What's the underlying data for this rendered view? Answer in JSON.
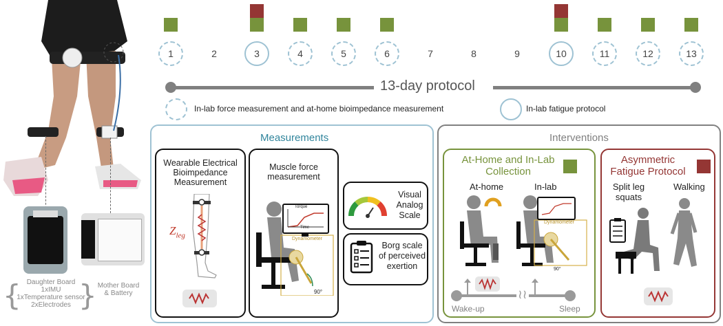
{
  "timeline": {
    "days": [
      "1",
      "2",
      "3",
      "4",
      "5",
      "6",
      "7",
      "8",
      "9",
      "10",
      "11",
      "12",
      "13"
    ],
    "protocol_label": "13-day protocol",
    "legend_dashed": "In-lab force measurement and at-home bioimpedance measurement",
    "legend_solid": "In-lab fatigue protocol"
  },
  "device": {
    "daughter_board": [
      "Daughter Board",
      "1xIMU",
      "1xTemperature sensor",
      "2xElectrodes"
    ],
    "mother_board": [
      "Mother Board",
      "& Battery"
    ]
  },
  "measurements": {
    "title": "Measurements",
    "bioimpedance_title": [
      "Wearable Electrical",
      "Bioimpedance",
      "Measurement"
    ],
    "z_label": "Z",
    "z_sub": "leg",
    "force_title": [
      "Muscle force",
      "measurement"
    ],
    "torque": "Torque",
    "time": "Time",
    "dynamometer": "Dynamometer",
    "angle": "90°",
    "vas": [
      "Visual",
      "Analog",
      "Scale"
    ],
    "borg": [
      "Borg scale",
      "of perceived",
      "exertion"
    ]
  },
  "interventions": {
    "title": "Interventions",
    "collection_title": [
      "At-Home and In-Lab",
      "Collection"
    ],
    "at_home": "At-home",
    "in_lab": "In-lab",
    "wake_up": "Wake-up",
    "sleep": "Sleep",
    "fatigue_title": [
      "Asymmetric",
      "Fatigue Protocol"
    ],
    "split_squats": [
      "Split leg",
      "squats"
    ],
    "walking": "Walking"
  },
  "colors": {
    "green": "#77933c",
    "red": "#943634",
    "teal": "#9ec2d3",
    "gray": "#808080"
  }
}
